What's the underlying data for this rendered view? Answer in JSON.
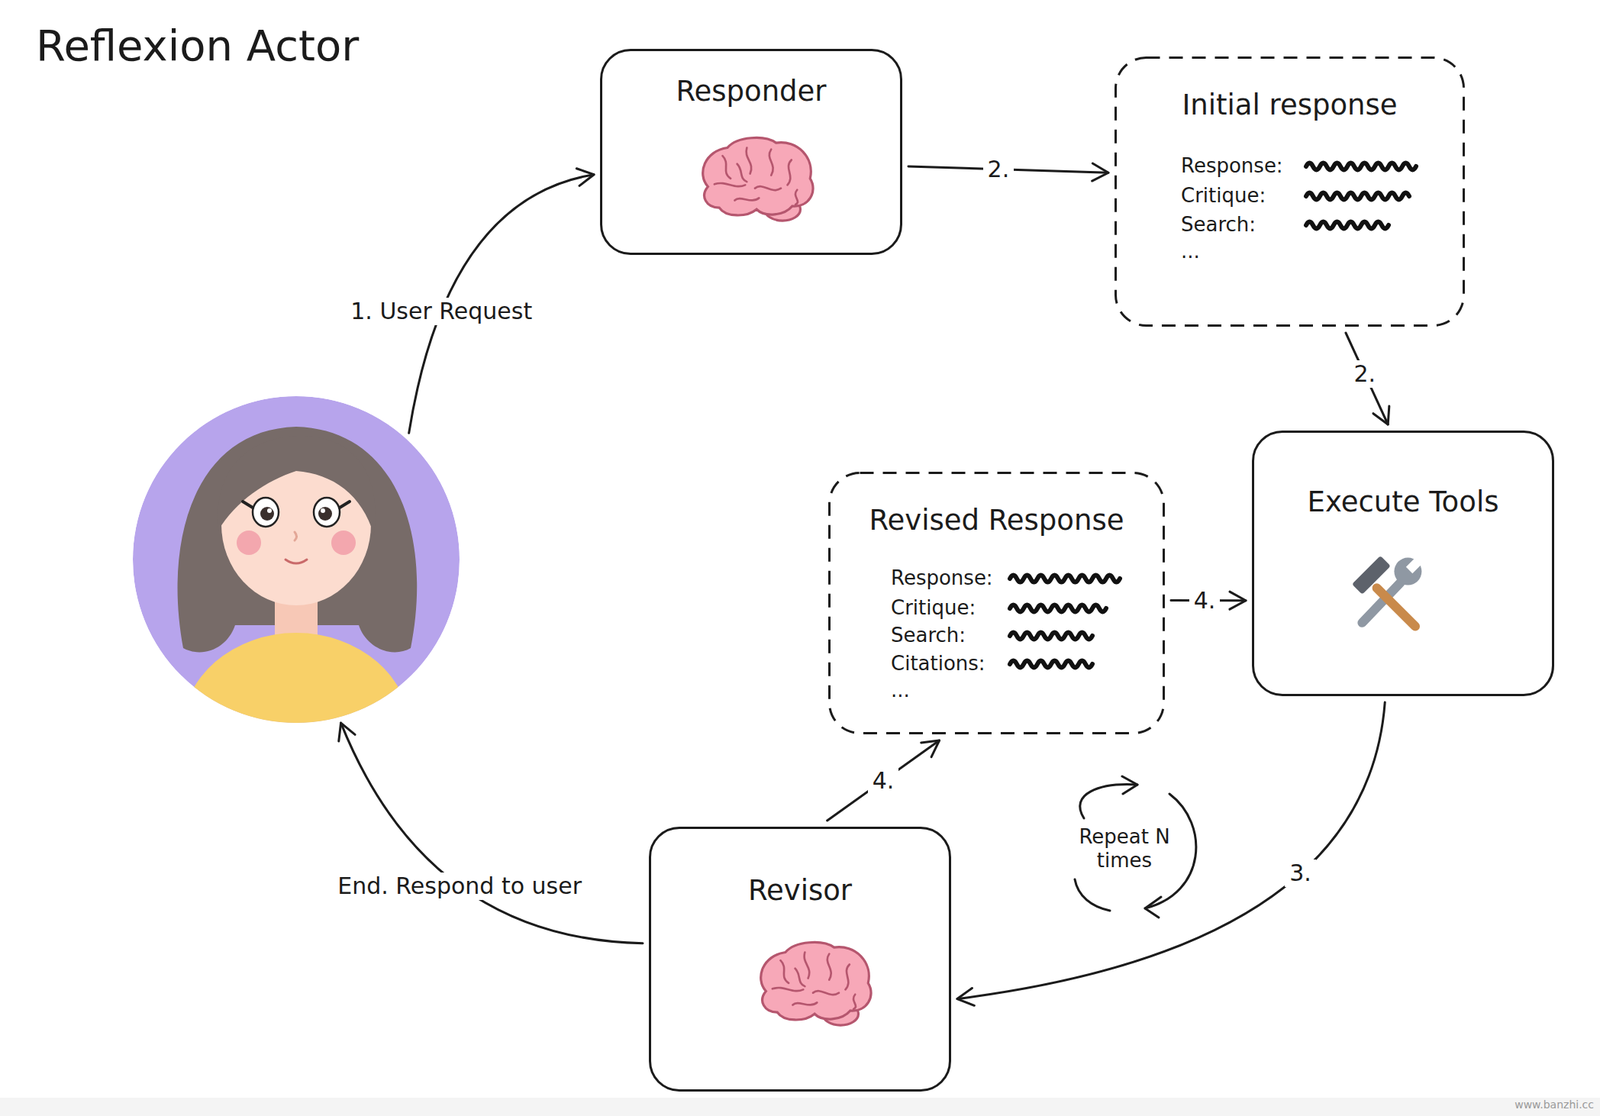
{
  "diagram": {
    "title": "Reflexion Actor",
    "nodes": [
      {
        "text": [
          "Responder"
        ]
      },
      {
        "text": [
          "Initial response",
          "Response:",
          "Critique:",
          "Search:",
          "..."
        ]
      },
      {
        "text": []
      },
      {
        "text": [
          "Revised Response",
          "Response:",
          "Critique:",
          "Search:",
          "Citations:",
          "..."
        ]
      },
      {
        "text": [
          "Execute Tools"
        ]
      },
      {
        "text": [
          "Revisor"
        ]
      }
    ],
    "edges": [
      {
        "from": 2,
        "to": 0,
        "label": "1. User Request",
        "arrow": "to"
      },
      {
        "from": 0,
        "to": 1,
        "label": "2.",
        "arrow": "to"
      },
      {
        "from": 1,
        "to": 4,
        "label": "2.",
        "arrow": "to"
      },
      {
        "from": 4,
        "to": 5,
        "label": "3.",
        "arrow": "to"
      },
      {
        "from": 5,
        "to": 3,
        "label": "4.",
        "arrow": "to"
      },
      {
        "from": 3,
        "to": 4,
        "label": "4.",
        "arrow": "to"
      },
      {
        "from": 5,
        "to": 2,
        "label": "End. Respond to user",
        "arrow": "to"
      }
    ],
    "labels": [
      "Repeat N times",
      "www.banzhi.cc"
    ]
  }
}
